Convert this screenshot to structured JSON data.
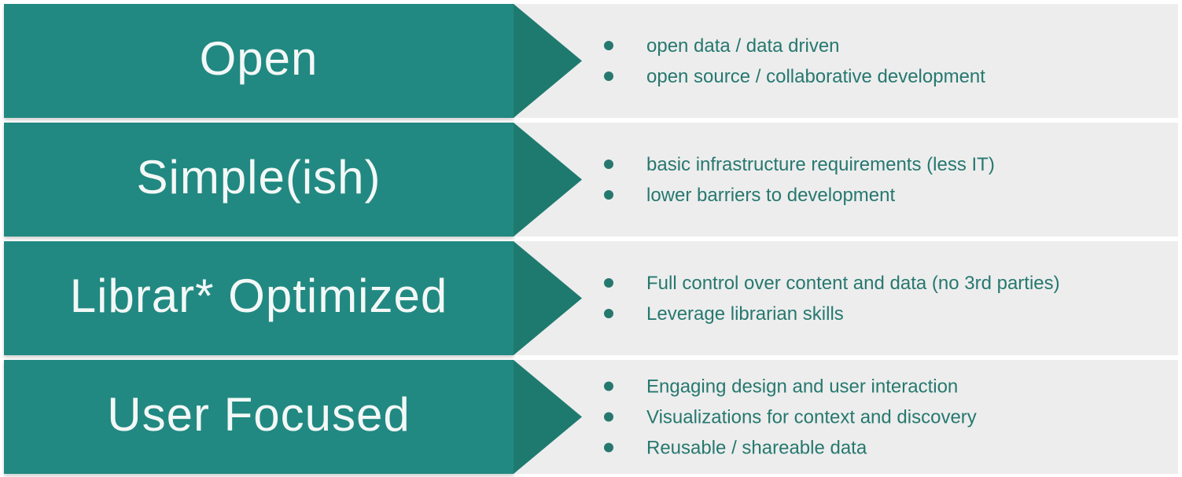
{
  "slide": {
    "background": "#ffffff",
    "panel_color": "#ededed",
    "arrow_body_color": "#218981",
    "arrow_head_color": "#1e7a6f",
    "title_text_color": "#f3f8f7",
    "bullet_text_color": "#26786f"
  },
  "rows": [
    {
      "title": "Open",
      "bullets": [
        "open data / data driven",
        "open source / collaborative development"
      ]
    },
    {
      "title": "Simple(ish)",
      "bullets": [
        "basic infrastructure requirements (less IT)",
        "lower barriers to development"
      ]
    },
    {
      "title": "Librar* Optimized",
      "bullets": [
        "Full control over content and data (no 3rd parties)",
        "Leverage librarian skills"
      ]
    },
    {
      "title": "User Focused",
      "bullets": [
        "Engaging design and user interaction",
        "Visualizations for context and discovery",
        "Reusable / shareable data"
      ]
    }
  ]
}
